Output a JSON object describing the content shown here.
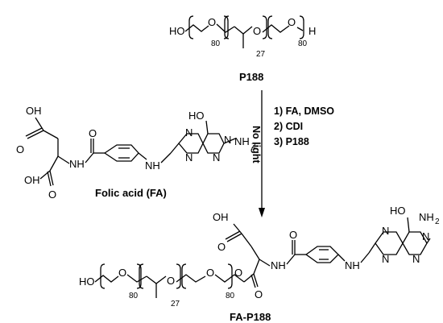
{
  "atoms": {
    "hydroxyl": "HO",
    "oxygen": "O",
    "hydrogen": "H",
    "amine_nh": "NH",
    "amine_nh2": "NH",
    "nitrogen": "N",
    "hydroxyl_oh": "OH",
    "subscript_2": "2"
  },
  "p188": {
    "peo_repeat_left": "80",
    "ppo_repeat": "27",
    "peo_repeat_right": "80",
    "label": "P188"
  },
  "folic_acid": {
    "label": "Folic acid (FA)"
  },
  "reaction": {
    "steps": [
      "1) FA, DMSO",
      "2) CDI",
      "3) P188"
    ],
    "condition_note": "No light"
  },
  "product": {
    "peo_repeat_left": "80",
    "ppo_repeat": "27",
    "peo_repeat_right": "80",
    "label": "FA-P188"
  }
}
